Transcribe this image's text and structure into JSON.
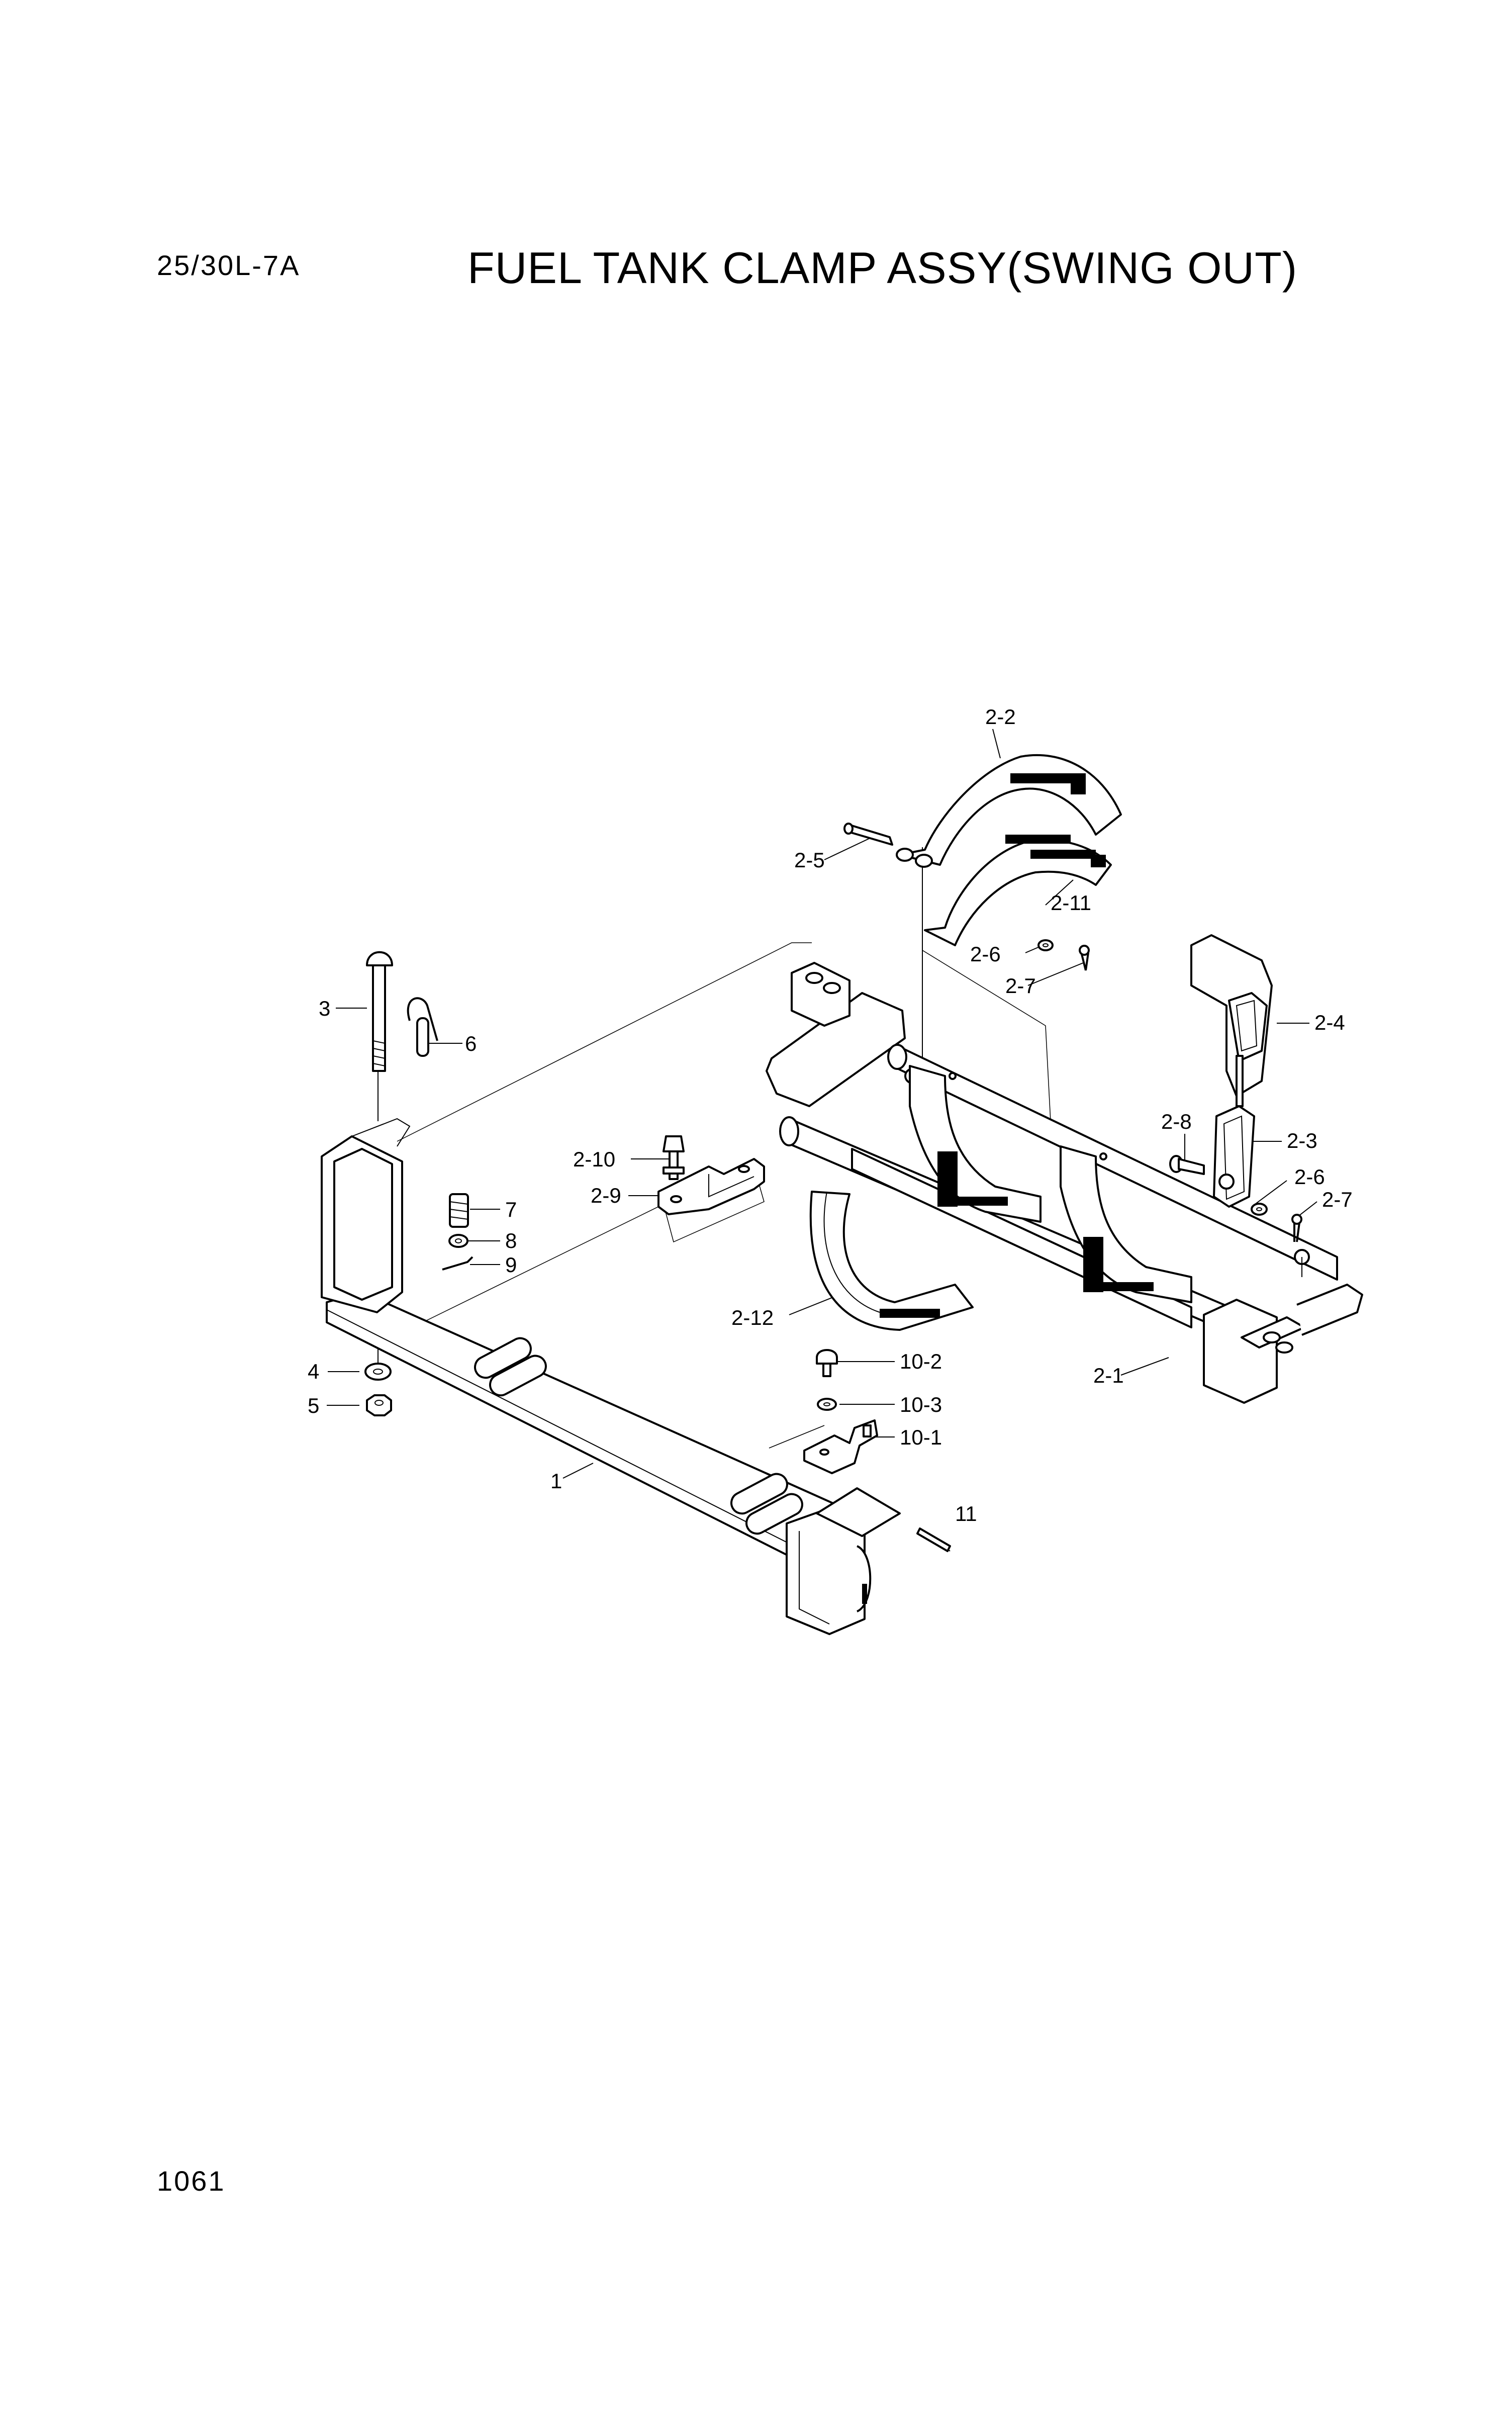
{
  "header": {
    "model": "25/30L-7A",
    "title": "FUEL TANK CLAMP ASSY(SWING OUT)"
  },
  "footer": {
    "page_number": "1061"
  },
  "callouts": [
    {
      "id": "c-2-2",
      "label": "2-2"
    },
    {
      "id": "c-2-5",
      "label": "2-5"
    },
    {
      "id": "c-2-11",
      "label": "2-11"
    },
    {
      "id": "c-2-6a",
      "label": "2-6"
    },
    {
      "id": "c-2-7a",
      "label": "2-7"
    },
    {
      "id": "c-2-4",
      "label": "2-4"
    },
    {
      "id": "c-3",
      "label": "3"
    },
    {
      "id": "c-6",
      "label": "6"
    },
    {
      "id": "c-2-8",
      "label": "2-8"
    },
    {
      "id": "c-2-3",
      "label": "2-3"
    },
    {
      "id": "c-2-10",
      "label": "2-10"
    },
    {
      "id": "c-2-6b",
      "label": "2-6"
    },
    {
      "id": "c-2-9",
      "label": "2-9"
    },
    {
      "id": "c-2-7b",
      "label": "2-7"
    },
    {
      "id": "c-7",
      "label": "7"
    },
    {
      "id": "c-8",
      "label": "8"
    },
    {
      "id": "c-9",
      "label": "9"
    },
    {
      "id": "c-2-12",
      "label": "2-12"
    },
    {
      "id": "c-10-2",
      "label": "10-2"
    },
    {
      "id": "c-4",
      "label": "4"
    },
    {
      "id": "c-2-1",
      "label": "2-1"
    },
    {
      "id": "c-5",
      "label": "5"
    },
    {
      "id": "c-10-3",
      "label": "10-3"
    },
    {
      "id": "c-10-1",
      "label": "10-1"
    },
    {
      "id": "c-1",
      "label": "1"
    },
    {
      "id": "c-11",
      "label": "11"
    }
  ]
}
